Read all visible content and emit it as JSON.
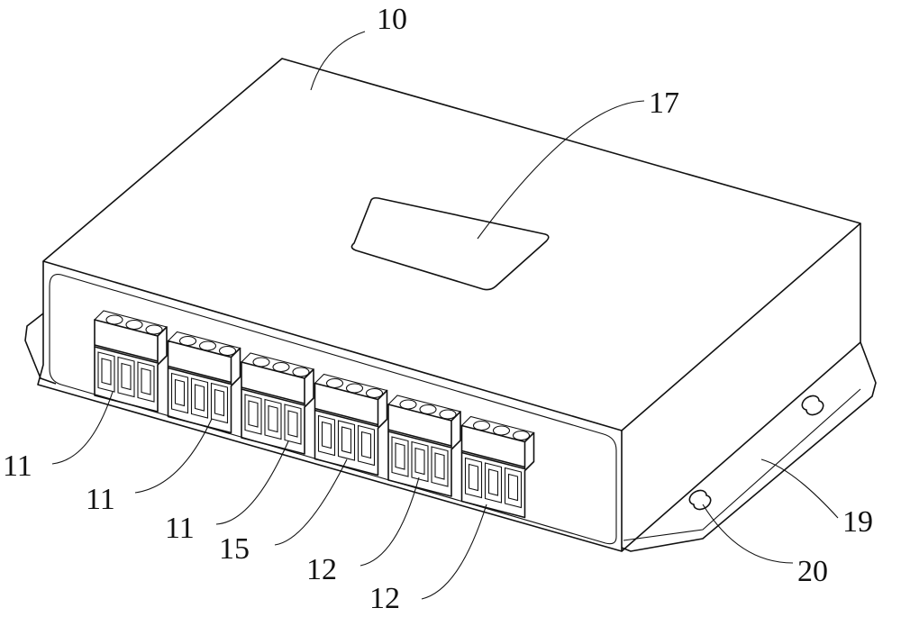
{
  "figure": {
    "labels": [
      {
        "id": "housing",
        "text": "10"
      },
      {
        "id": "nameplate",
        "text": "17"
      },
      {
        "id": "terminal-a",
        "text": "11"
      },
      {
        "id": "terminal-b",
        "text": "11"
      },
      {
        "id": "terminal-c",
        "text": "11"
      },
      {
        "id": "terminal-d",
        "text": "15"
      },
      {
        "id": "terminal-e",
        "text": "12"
      },
      {
        "id": "terminal-f",
        "text": "12"
      },
      {
        "id": "flange",
        "text": "19"
      },
      {
        "id": "mount-hole",
        "text": "20"
      }
    ],
    "terminal_block_count": 6,
    "terminal_poles_per_block": 3
  }
}
